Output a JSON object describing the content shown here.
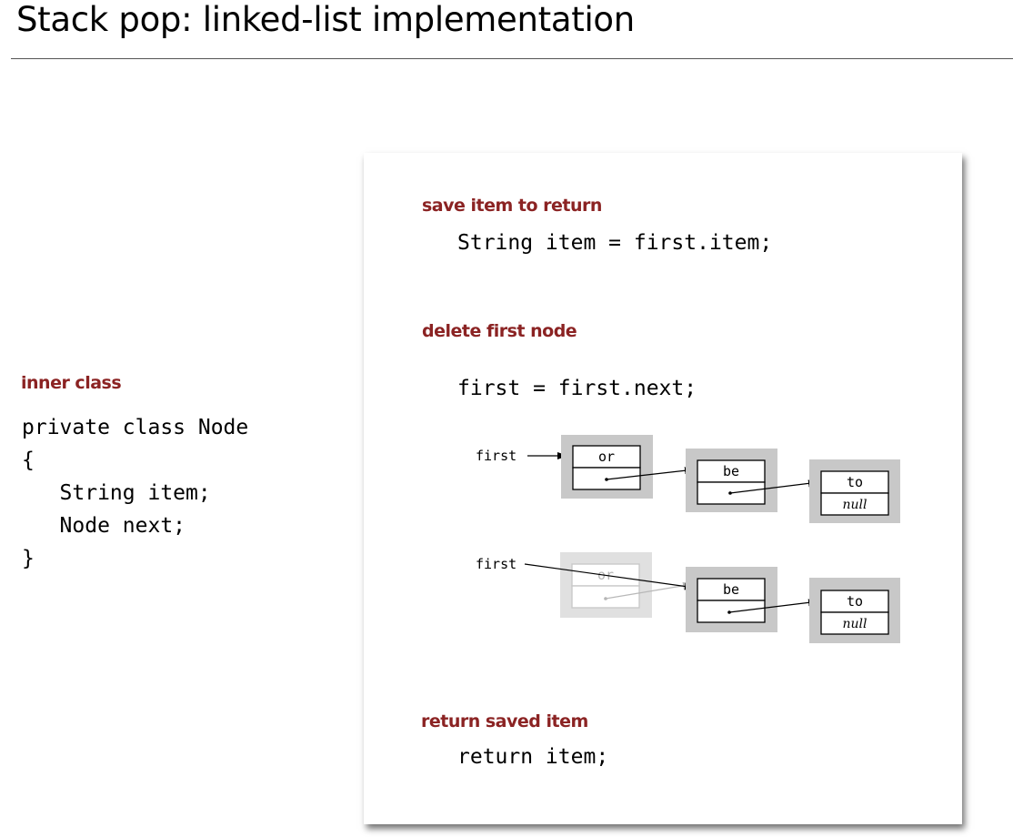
{
  "title": "Stack pop:  linked-list implementation",
  "left": {
    "label": "inner class",
    "code": [
      "private class Node",
      "{",
      "   String item;",
      "   Node next;",
      "}"
    ]
  },
  "steps": [
    {
      "label": "save item to return",
      "code": "String item = first.item;"
    },
    {
      "label": "delete first node",
      "code": "first = first.next;"
    },
    {
      "label": "return saved item",
      "code": "return item;"
    }
  ],
  "diagram": {
    "before": {
      "pointer": "first",
      "nodes": [
        {
          "item": "or"
        },
        {
          "item": "be"
        },
        {
          "item": "to",
          "next": "null"
        }
      ]
    },
    "after": {
      "pointer": "first",
      "nodes": [
        {
          "item": "or",
          "faded": true
        },
        {
          "item": "be"
        },
        {
          "item": "to",
          "next": "null"
        }
      ]
    }
  }
}
